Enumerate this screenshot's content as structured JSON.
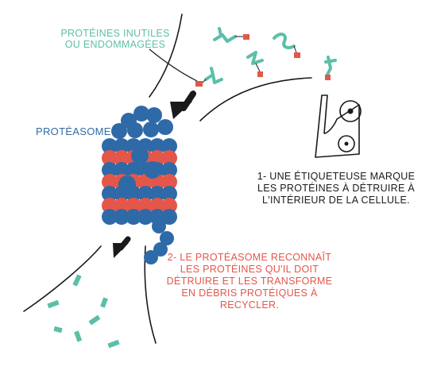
{
  "labels": {
    "useless_proteins": "PROTÉINES INUTILES OU ENDOMMAGÉES",
    "proteasome": "PROTÉASOME",
    "step1": "1- UNE ÉTIQUETEUSE MARQUE LES PROTÉINES À DÉTRUIRE À L'INTÉRIEUR DE LA CELLULE.",
    "step2": "2- LE PROTÉASOME RECONNAÎT LES PROTÉINES QU'IL DOIT DÉTRUIRE ET LES TRANSFORME EN DÉBRIS PROTÉIQUES À RECYCLER."
  },
  "colors": {
    "mint": "#5bbfa8",
    "blue": "#2f6aa8",
    "red": "#e4564a",
    "ink": "#1a1a1a"
  },
  "icons": {
    "labeler": "labeler-machine-icon",
    "arrow": "arrow-icon",
    "tag": "tag-icon"
  }
}
